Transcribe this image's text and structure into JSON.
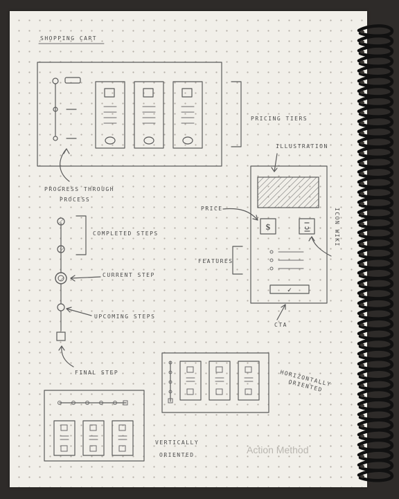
{
  "notes": {
    "title": "SHOPPING CART",
    "pricing_tiers": "PRICING TIERS",
    "progress_line1": "PROGRESS THROUGH",
    "progress_line2": "PROCESS",
    "illustration": "ILLUSTRATION",
    "price": "PRICE",
    "tier_icon": "ICON WIKI",
    "completed_steps": "COMPLETED STEPS",
    "features": "FEATURES",
    "current_step": "CURRENT STEP",
    "upcoming_steps": "UPCOMING STEPS",
    "cta": "CTA",
    "final_step": "FINAL STEP",
    "horizontally_line1": "HORIZONTALLY",
    "horizontally_line2": "ORIENTED",
    "vertically_line1": "VERTICALLY",
    "vertically_line2": "ORIENTED"
  },
  "card_icons": {
    "price_symbol": "$",
    "cta_symbol": "✓"
  },
  "brand": "Action Method",
  "icons": {
    "binding": "spiral-binding-icon"
  },
  "colors": {
    "paper": "#f1efe9",
    "ink": "#5a5a5a",
    "dots": "#b3aea6",
    "background": "#2e2b29",
    "binding": "#1a1a1a"
  }
}
